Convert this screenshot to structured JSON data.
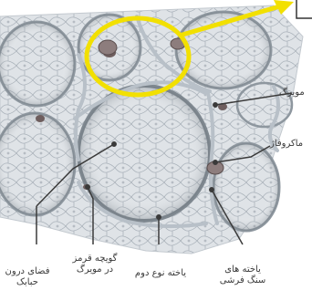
{
  "figure": {
    "labels": {
      "capillary": "مویرگ",
      "macrophage": "ماکروفاژ",
      "alveolar_space": [
        "فضای درون",
        "حبابک"
      ],
      "red_blood_cell": [
        "گویچه قرمز",
        "در مویرگ"
      ],
      "type2_cell": "یاخته نوع دوم",
      "squamous_cells": [
        "یاخته های",
        "سنگ فرشی"
      ]
    },
    "highlight_color": "#f2e000",
    "arrow_color": "#f2e000",
    "tissue_color": "#d9dde2",
    "cell_border_color": "#9aa4ad"
  }
}
